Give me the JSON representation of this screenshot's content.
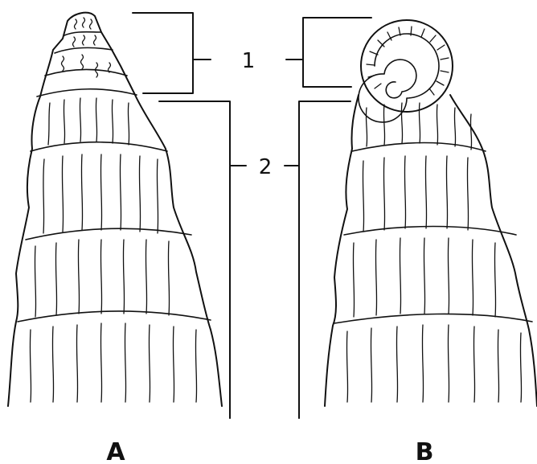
{
  "callouts": [
    {
      "id": "1",
      "label": "1"
    },
    {
      "id": "2",
      "label": "2"
    }
  ],
  "panels": [
    {
      "id": "A",
      "label": "A"
    },
    {
      "id": "B",
      "label": "B"
    }
  ],
  "colors": {
    "ink": "#111111",
    "background": "#ffffff"
  }
}
